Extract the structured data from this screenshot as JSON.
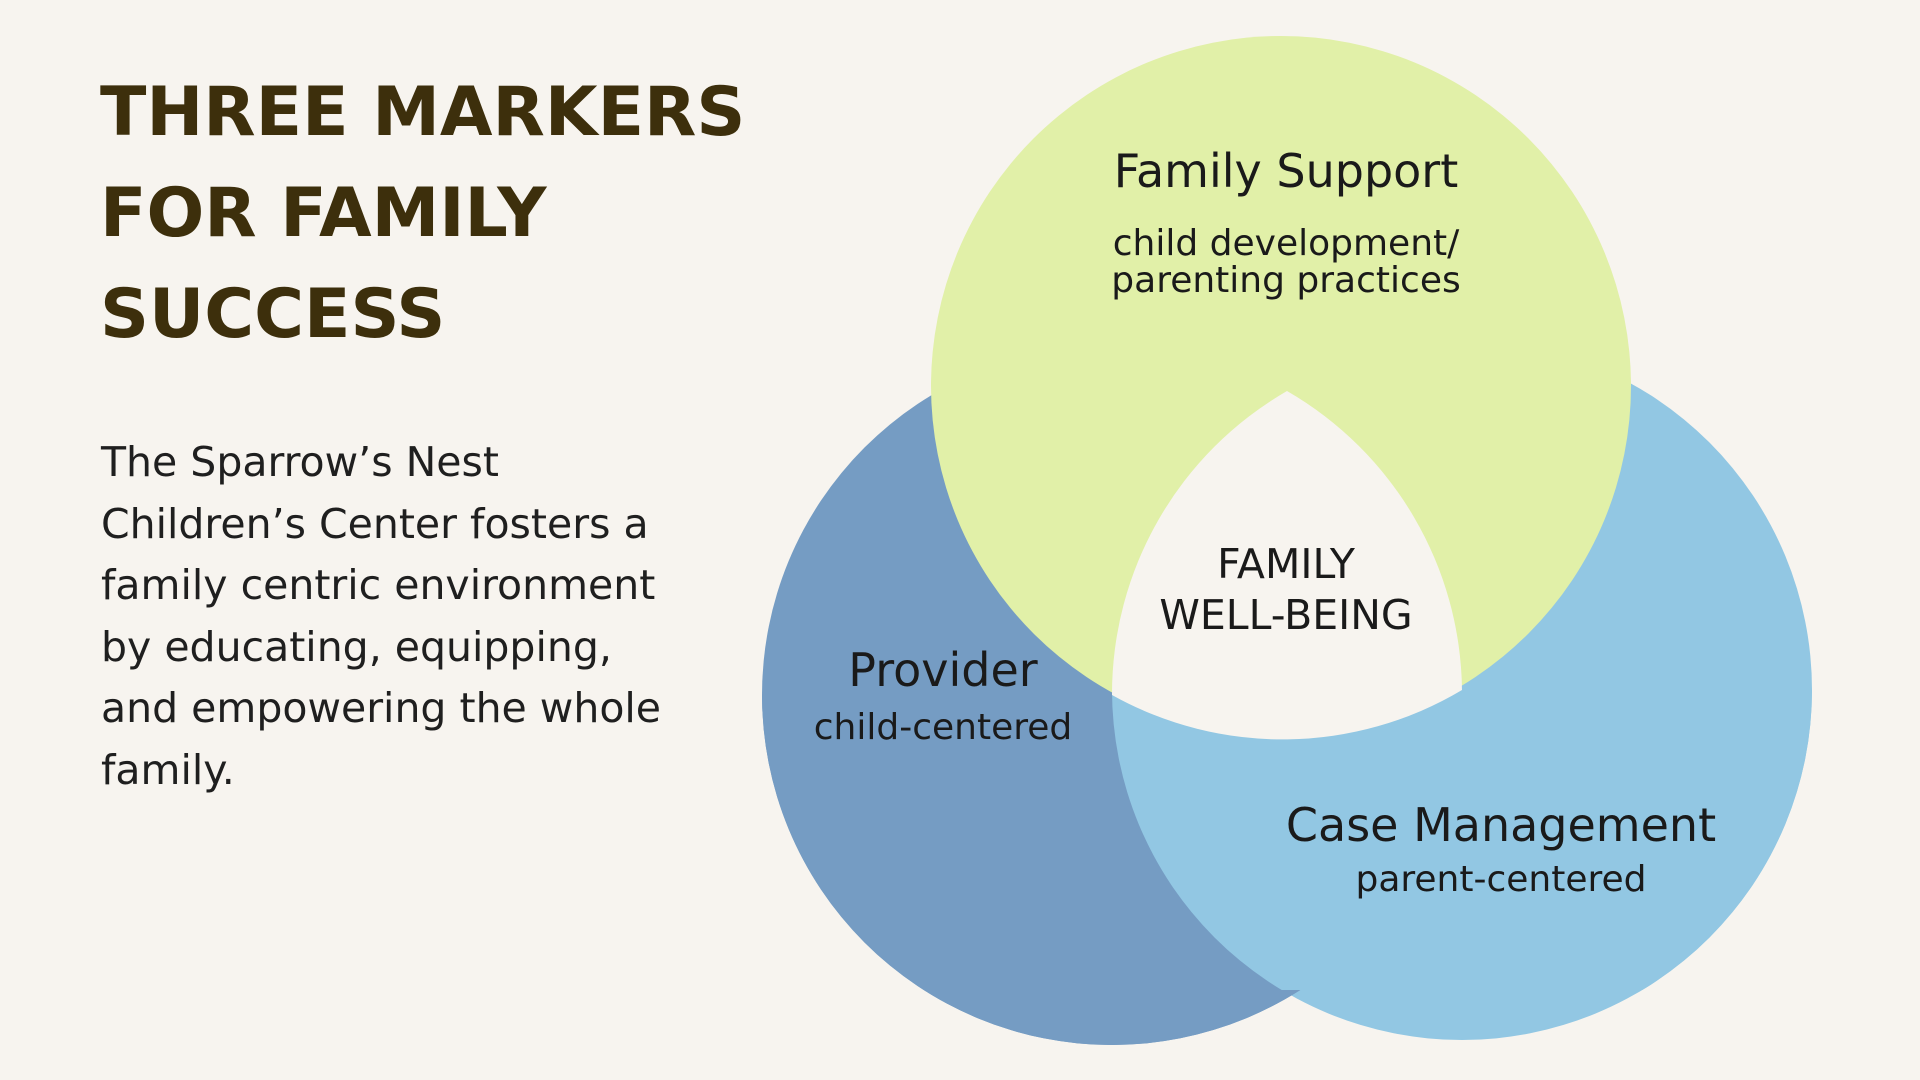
{
  "heading": {
    "lines": [
      "THREE MARKERS",
      "FOR FAMILY",
      "SUCCESS"
    ]
  },
  "intro": {
    "lines": [
      "The Sparrow’s Nest",
      "Children’s Center fosters a",
      "family centric environment",
      "by educating, equipping,",
      "and empowering the whole",
      "family."
    ]
  },
  "diagram": {
    "family_support": {
      "title": "Family Support",
      "sub_lines": [
        "child development/",
        "parenting practices"
      ]
    },
    "provider": {
      "title": "Provider",
      "sub": "child-centered"
    },
    "case_management": {
      "title": "Case Management",
      "sub": "parent-centered"
    },
    "center": {
      "lines": [
        "FAMILY",
        "WELL-BEING"
      ]
    }
  },
  "colors": {
    "background": "#f7f4ef",
    "heading": "#3d2f0c",
    "family_support_circle": "#e1f0a8",
    "provider_circle": "#759cc3",
    "case_management_circle": "#92c7e3"
  }
}
